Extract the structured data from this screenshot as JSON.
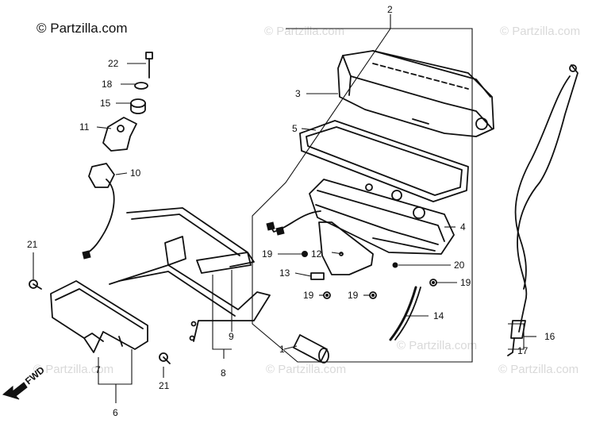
{
  "brand": {
    "text": "© Partzilla.com"
  },
  "watermarks": [
    "© Partzilla.com",
    "© Partzilla.com",
    "© Partzilla.com",
    "© Partzilla.com",
    "© Partzilla.com",
    "© Partzilla.com"
  ],
  "direction": {
    "text": "FWD"
  },
  "callouts": [
    "1",
    "2",
    "3",
    "4",
    "5",
    "6",
    "7",
    "8",
    "9",
    "10",
    "11",
    "12",
    "13",
    "14",
    "15",
    "16",
    "17",
    "18",
    "19",
    "19",
    "19",
    "19",
    "20",
    "21",
    "21",
    "22"
  ]
}
